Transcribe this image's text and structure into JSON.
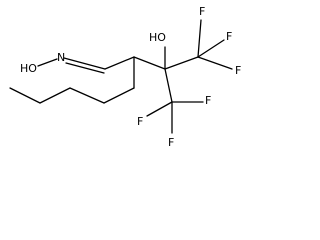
{
  "molecule": {
    "atoms": {
      "hydroxylamine_oh": "HO",
      "oxime_n": "N",
      "alcohol_oh": "HO",
      "f_top_1": "F",
      "f_top_2": "F",
      "f_top_3": "F",
      "f_bottom_1": "F",
      "f_bottom_2": "F",
      "f_bottom_3": "F"
    }
  }
}
